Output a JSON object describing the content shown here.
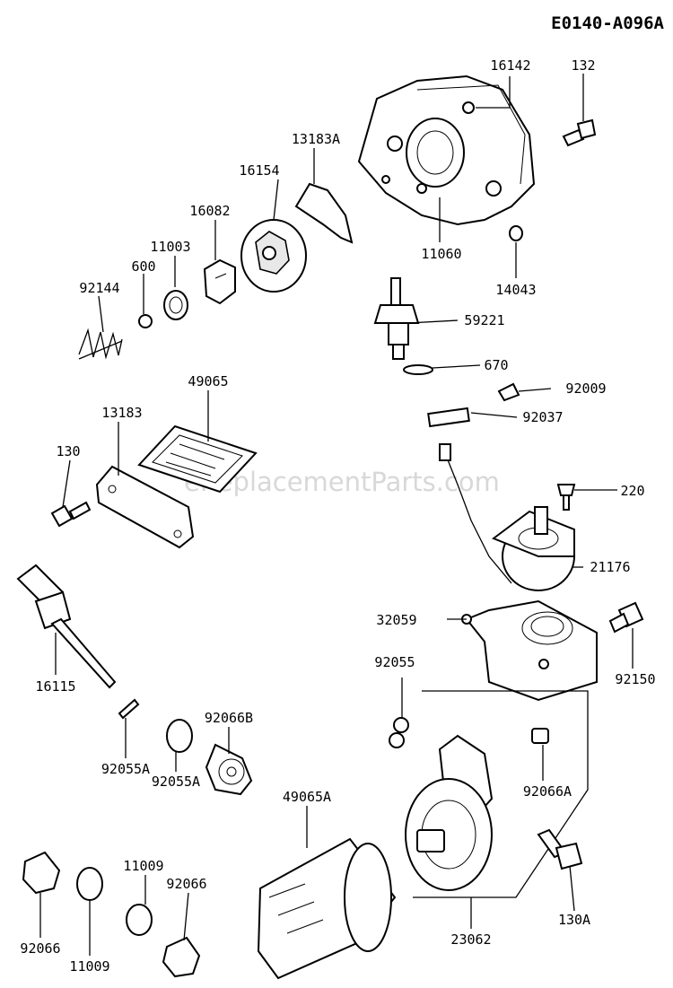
{
  "diagram_code": "E0140-A096A",
  "watermark": "eReplacementParts.com",
  "callouts": {
    "c16142": "16142",
    "c132": "132",
    "c13183A": "13183A",
    "c16154": "16154",
    "c16082": "16082",
    "c11003": "11003",
    "c600": "600",
    "c92144": "92144",
    "c11060": "11060",
    "c14043": "14043",
    "c59221": "59221",
    "c670": "670",
    "c92009": "92009",
    "c92037": "92037",
    "c49065": "49065",
    "c13183": "13183",
    "c130": "130",
    "c220": "220",
    "c21176": "21176",
    "c32059": "32059",
    "c92150": "92150",
    "c16115": "16115",
    "c92066B": "92066B",
    "c92055": "92055",
    "c92055A_1": "92055A",
    "c92055A_2": "92055A",
    "c92066A": "92066A",
    "c49065A": "49065A",
    "c130A": "130A",
    "c23062": "23062",
    "c11009_1": "11009",
    "c92066_1": "92066",
    "c92066_2": "92066",
    "c11009_2": "11009"
  }
}
